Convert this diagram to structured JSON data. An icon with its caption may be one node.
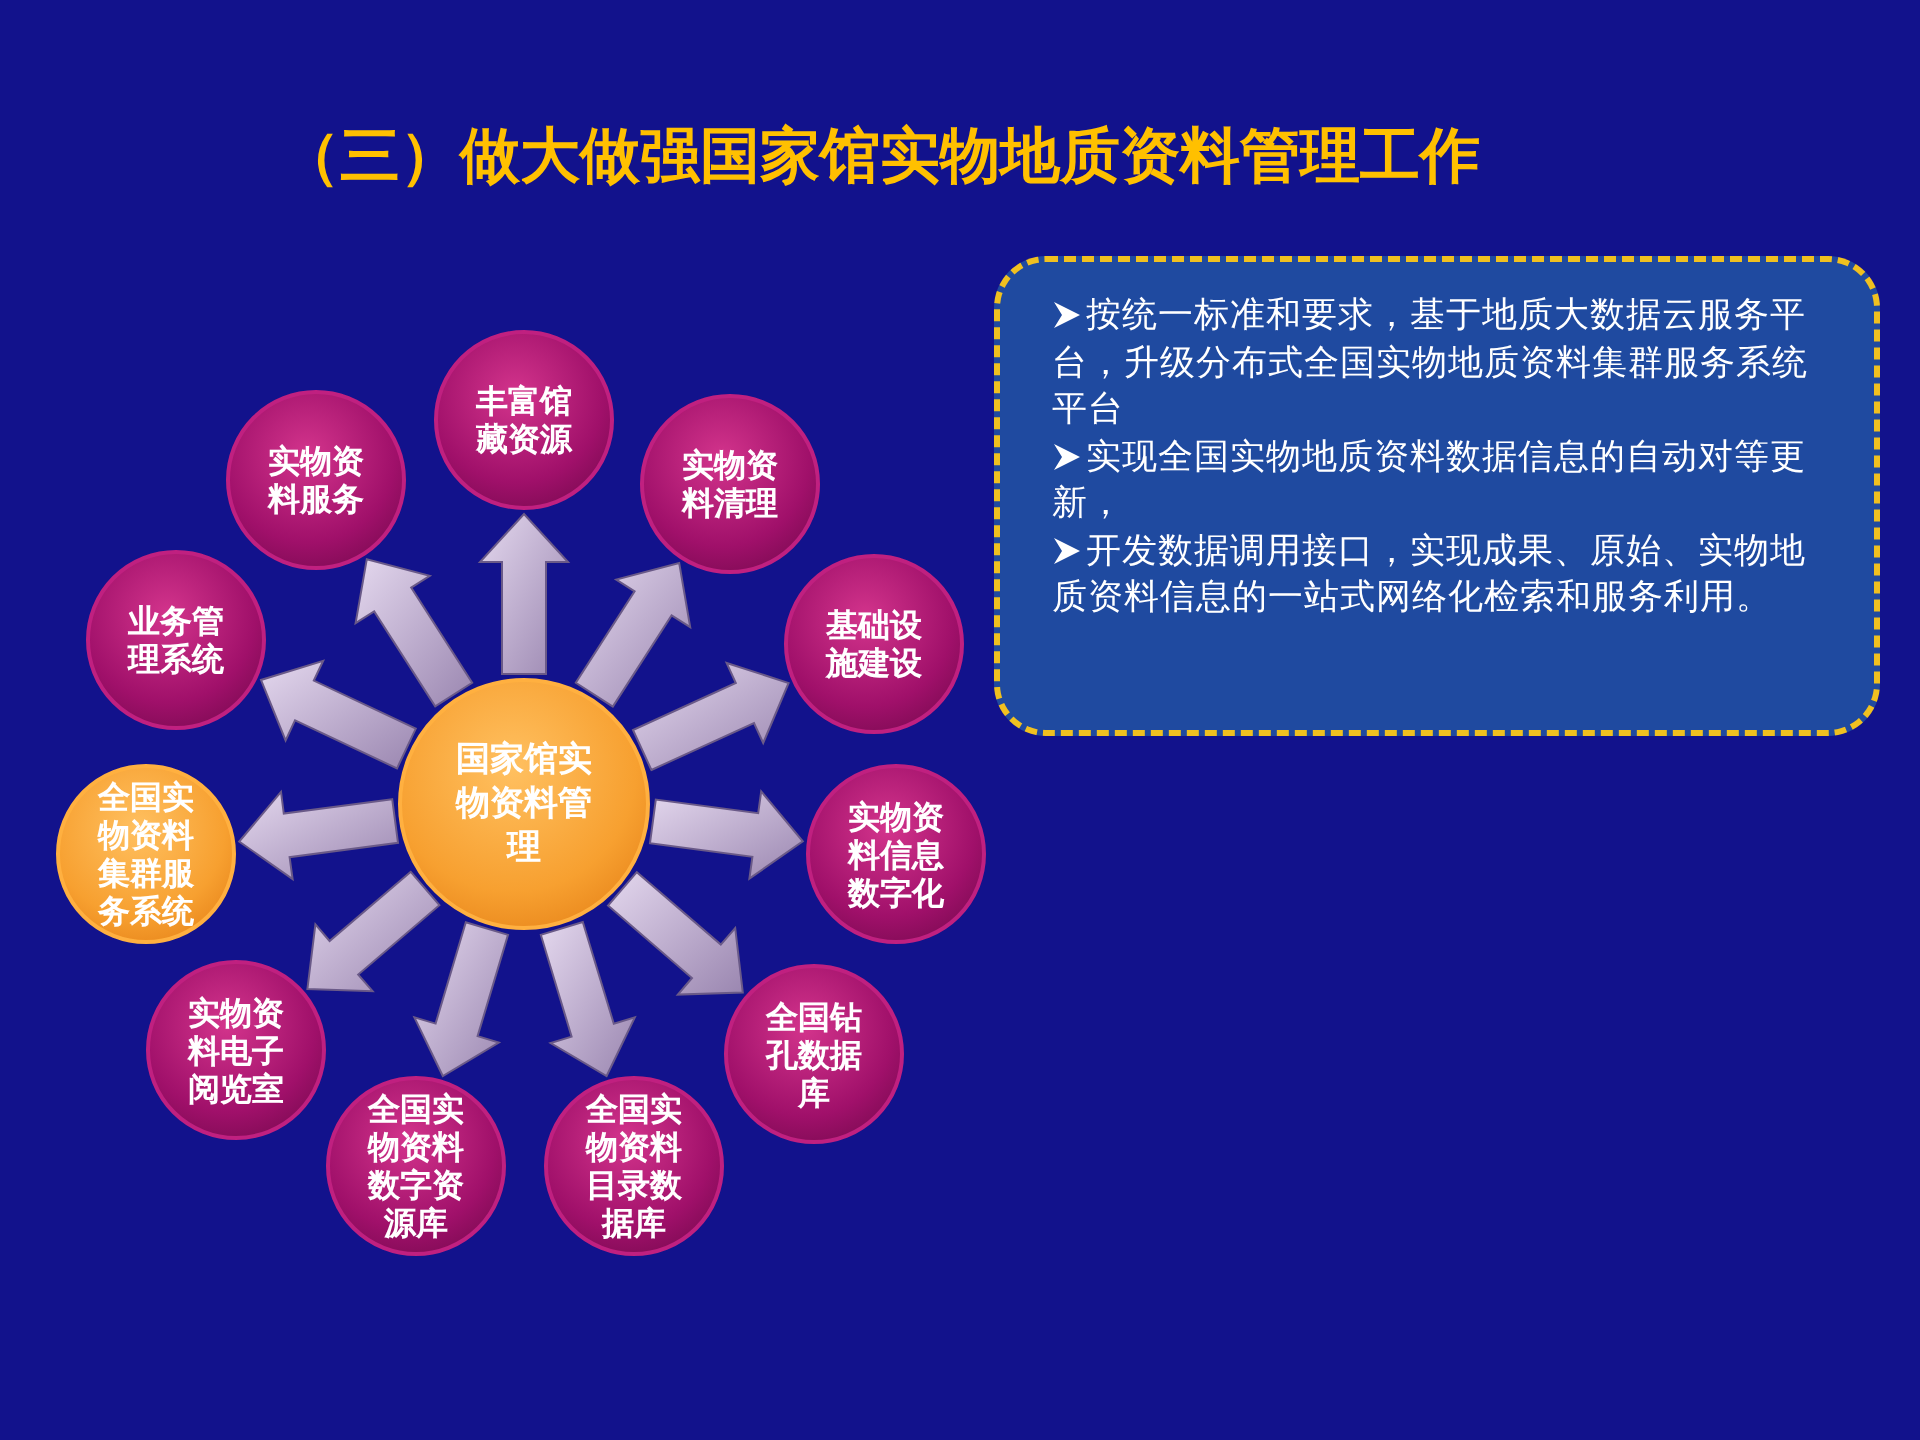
{
  "diagram": {
    "title": "（三）做大做强国家馆实物地质资料管理工作",
    "nodes": [
      {
        "text": [
          "国家馆实物资料管理"
        ]
      },
      {
        "text": [
          "丰富馆藏资源"
        ]
      },
      {
        "text": [
          "实物资料清理"
        ]
      },
      {
        "text": [
          "基础设施建设"
        ]
      },
      {
        "text": [
          "实物资料信息数字化"
        ]
      },
      {
        "text": [
          "全国钻孔数据库"
        ]
      },
      {
        "text": [
          "全国实物资料目录数据库"
        ]
      },
      {
        "text": [
          "全国实物资料数字资源库"
        ]
      },
      {
        "text": [
          "实物资料电子阅览室"
        ]
      },
      {
        "text": [
          "全国实物资料集群服务系统"
        ]
      },
      {
        "text": [
          "业务管理系统"
        ]
      },
      {
        "text": [
          "实物资料服务"
        ]
      },
      {
        "text": [
          "按统一标准和要求，基于地质大数据云服务平台，升级分布式全国实物地质资料集群服务系统平台",
          "实现全国实物地质资料数据信息的自动对等更新，",
          "开发数据调用接口，实现成果、原始、实物地质资料信息的一站式网络化检索和服务利用。"
        ]
      }
    ],
    "edges": [
      {
        "from": 0,
        "to": 1,
        "arrow": "to"
      },
      {
        "from": 0,
        "to": 2,
        "arrow": "to"
      },
      {
        "from": 0,
        "to": 3,
        "arrow": "to"
      },
      {
        "from": 0,
        "to": 4,
        "arrow": "to"
      },
      {
        "from": 0,
        "to": 5,
        "arrow": "to"
      },
      {
        "from": 0,
        "to": 6,
        "arrow": "to"
      },
      {
        "from": 0,
        "to": 7,
        "arrow": "to"
      },
      {
        "from": 0,
        "to": 8,
        "arrow": "to"
      },
      {
        "from": 0,
        "to": 9,
        "arrow": "to"
      },
      {
        "from": 0,
        "to": 10,
        "arrow": "to"
      },
      {
        "from": 0,
        "to": 11,
        "arrow": "to"
      }
    ]
  }
}
